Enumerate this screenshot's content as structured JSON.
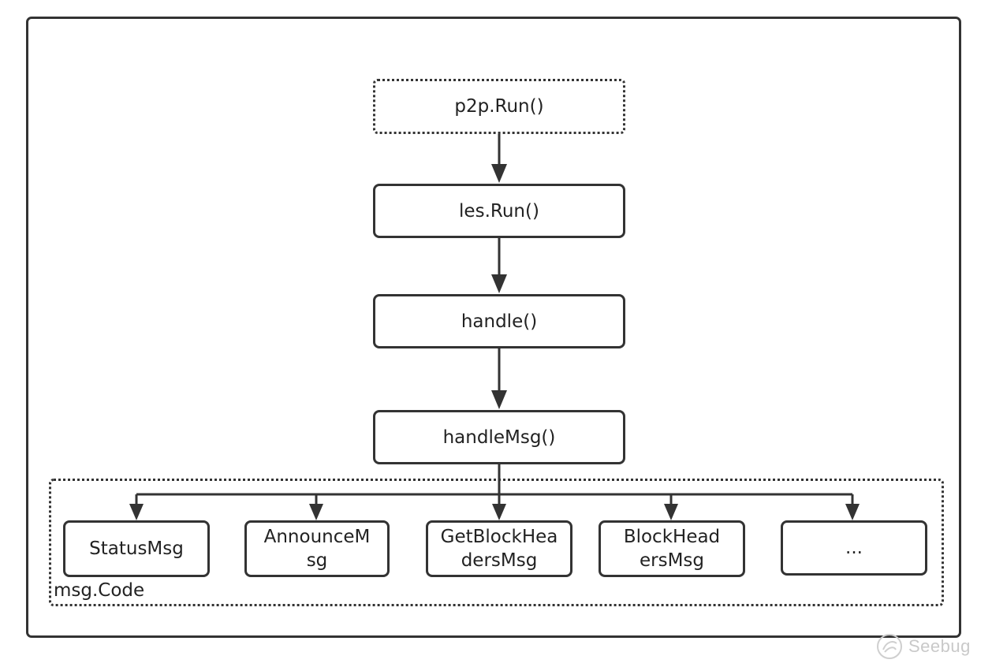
{
  "diagram": {
    "nodes": {
      "p2p_run": "p2p.Run()",
      "les_run": "les.Run()",
      "handle": "handle()",
      "handle_msg": "handleMsg()"
    },
    "group_label": "msg.Code",
    "messages": [
      "StatusMsg",
      "AnnounceMsg",
      "GetBlockHeadersMsg",
      "BlockHeadersMsg",
      "..."
    ]
  },
  "watermark": {
    "text": "Seebug"
  },
  "colors": {
    "stroke": "#333333",
    "text": "#222222",
    "watermark": "#c9c9c9"
  }
}
